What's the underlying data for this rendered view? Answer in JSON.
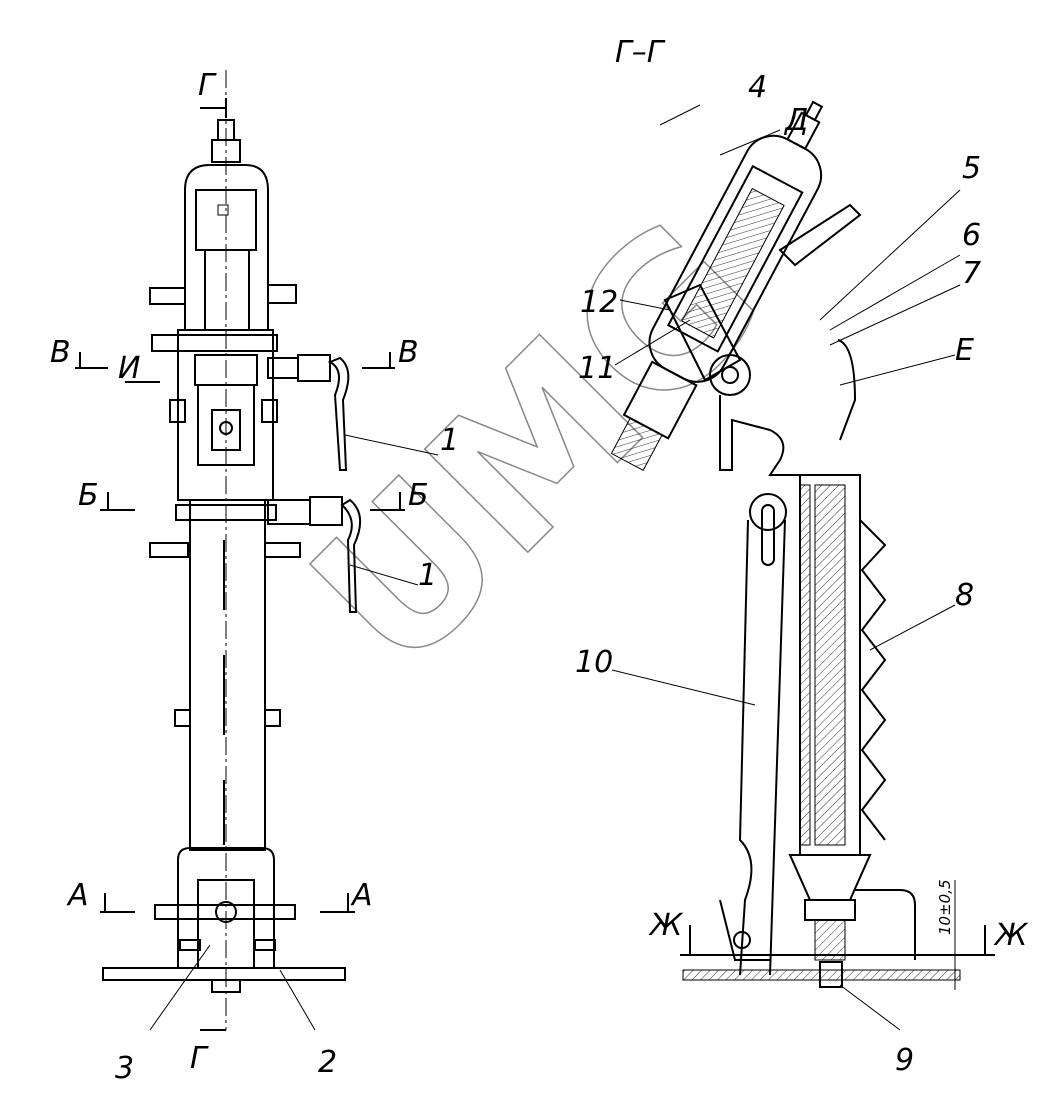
{
  "drawing": {
    "watermark": "UMG",
    "section_labels": {
      "g_top": "Г",
      "g_bottom": "Г",
      "g_g": "Г–Г",
      "v_left": "В",
      "v_right": "В",
      "i": "И",
      "b_left": "Б",
      "b_right": "Б",
      "a_left": "А",
      "a_right": "А",
      "zh_left": "Ж",
      "zh_right": "Ж",
      "d": "Д",
      "e": "Е"
    },
    "part_numbers": {
      "p1a": "1",
      "p1b": "1",
      "p2": "2",
      "p3": "3",
      "p4": "4",
      "p5": "5",
      "p6": "6",
      "p7": "7",
      "p8": "8",
      "p9": "9",
      "p10": "10",
      "p11": "11",
      "p12": "12"
    },
    "dimension": "10±0,5"
  }
}
